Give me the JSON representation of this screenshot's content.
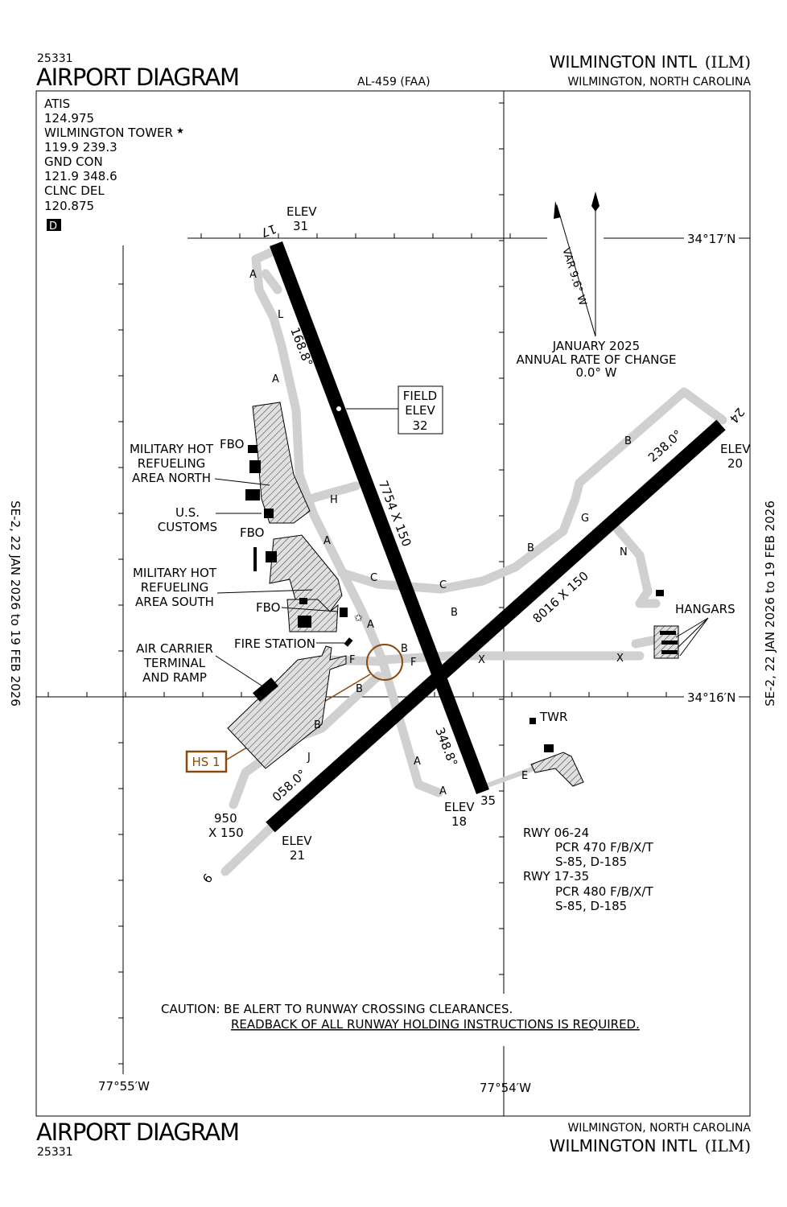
{
  "header": {
    "chart_number": "25331",
    "title": "AIRPORT DIAGRAM",
    "procedure_id": "AL-459 (FAA)",
    "airport_name": "WILMINGTON INTL",
    "airport_id": "(ILM)",
    "location": "WILMINGTON, NORTH CAROLINA"
  },
  "footer": {
    "chart_number": "25331",
    "title": "AIRPORT DIAGRAM",
    "airport_name": "WILMINGTON INTL",
    "airport_id": "(ILM)",
    "location": "WILMINGTON, NORTH CAROLINA"
  },
  "side_text": "SE-2,  22 JAN 2026  to  19 FEB 2026",
  "frequencies": {
    "atis_label": "ATIS",
    "atis": "124.975",
    "tower_label": "WILMINGTON TOWER",
    "tower_marker": "★",
    "tower": "119.9 239.3",
    "gnd_label": "GND CON",
    "gnd": "121.9 348.6",
    "clnc_label": "CLNC DEL",
    "clnc": "120.875",
    "airspace_class": "D"
  },
  "coordinates": {
    "lat_north": "34°17′N",
    "lat_south": "34°16′N",
    "lon_west": "77°55′W",
    "lon_east": "77°54′W"
  },
  "variation": {
    "var": "VAR 9.6° W",
    "line1": "JANUARY 2025",
    "line2": "ANNUAL RATE OF CHANGE",
    "line3": "0.0° W"
  },
  "field_elev": {
    "l1": "FIELD",
    "l2": "ELEV",
    "l3": "32"
  },
  "runways": {
    "r17": "17",
    "r35": "35",
    "r6": "6",
    "r24": "24",
    "dim_17_35": "7754 X 150",
    "dim_6_24": "8016 X 150",
    "hdg_17": "168.8°",
    "hdg_35": "348.8°",
    "hdg_24": "238.0°",
    "hdg_6": "058.0°",
    "elev_17_label": "ELEV",
    "elev_17": "31",
    "elev_35_label": "ELEV",
    "elev_35": "18",
    "elev_24_label": "ELEV",
    "elev_24": "20",
    "elev_6_label": "ELEV",
    "elev_6": "21",
    "ext_1": "950",
    "ext_2": "X 150"
  },
  "taxiways": [
    "A",
    "A",
    "A",
    "A",
    "A",
    "L",
    "H",
    "C",
    "C",
    "B",
    "B",
    "B",
    "B",
    "B",
    "G",
    "N",
    "F",
    "F",
    "X",
    "X",
    "J",
    "E"
  ],
  "labels": {
    "mil_north_1": "MILITARY HOT",
    "mil_north_2": "REFUELING",
    "mil_north_3": "AREA NORTH",
    "customs_1": "U.S.",
    "customs_2": "CUSTOMS",
    "mil_south_1": "MILITARY HOT",
    "mil_south_2": "REFUELING",
    "mil_south_3": "AREA SOUTH",
    "fbo": "FBO",
    "fire_station": "FIRE STATION",
    "air_carrier_1": "AIR CARRIER",
    "air_carrier_2": "TERMINAL",
    "air_carrier_3": "AND RAMP",
    "hs1": "HS 1",
    "twr": "TWR",
    "hangars": "HANGARS"
  },
  "pcr": {
    "rwy_a": "RWY 06-24",
    "rwy_a_pcr": "PCR 470 F/B/X/T",
    "rwy_a_wt": "S-85, D-185",
    "rwy_b": "RWY 17-35",
    "rwy_b_pcr": "PCR 480 F/B/X/T",
    "rwy_b_wt": "S-85, D-185"
  },
  "caution": {
    "l1": "CAUTION: BE ALERT TO RUNWAY CROSSING CLEARANCES.",
    "l2": "READBACK OF ALL RUNWAY HOLDING INSTRUCTIONS IS REQUIRED."
  },
  "colors": {
    "hot_spot": "#8B4A0B",
    "taxiway": "#d0d0d0"
  }
}
